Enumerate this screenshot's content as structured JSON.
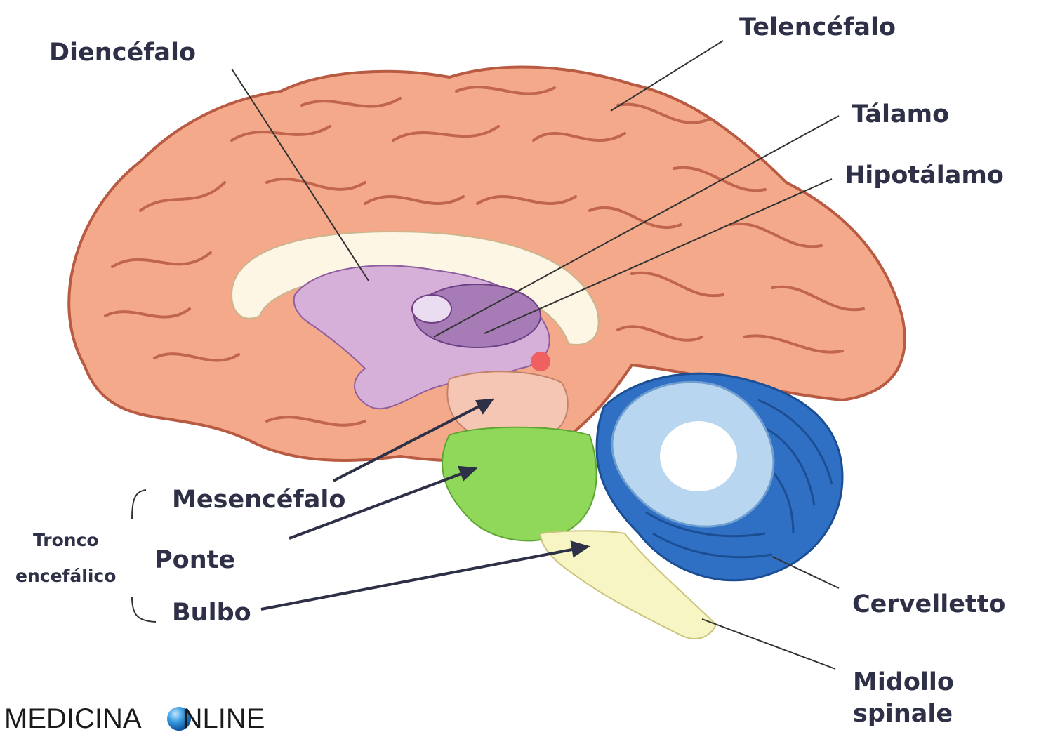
{
  "labels": {
    "diencefalo": "Diencéfalo",
    "telencefalo": "Telencéfalo",
    "talamo": "Tálamo",
    "hipotalamo": "Hipotálamo",
    "mesencefalo": "Mesencéfalo",
    "ponte": "Ponte",
    "bulbo": "Bulbo",
    "tronco_line1": "Tronco",
    "tronco_line2": "encefálico",
    "cervelletto": "Cervelletto",
    "midollo_line1": "Midollo",
    "midollo_line2": "spinale"
  },
  "watermark": {
    "part1": "MEDICINA",
    "part2": "NLINE",
    "logo_icon": "globe-icon"
  },
  "colors": {
    "cortex": "#f4a98a",
    "cortex_outline": "#b95a42",
    "corpus_callosum": "#fdf6e4",
    "diencephalon": "#d6b0d8",
    "thalamus": "#a77bb6",
    "midbrain": "#f6c6b4",
    "pons": "#90d85a",
    "medulla": "#f7f5c4",
    "cerebellum": "#2f6fc4",
    "cerebellum_light": "#b8d6f0",
    "label_text": "#2e3047"
  }
}
